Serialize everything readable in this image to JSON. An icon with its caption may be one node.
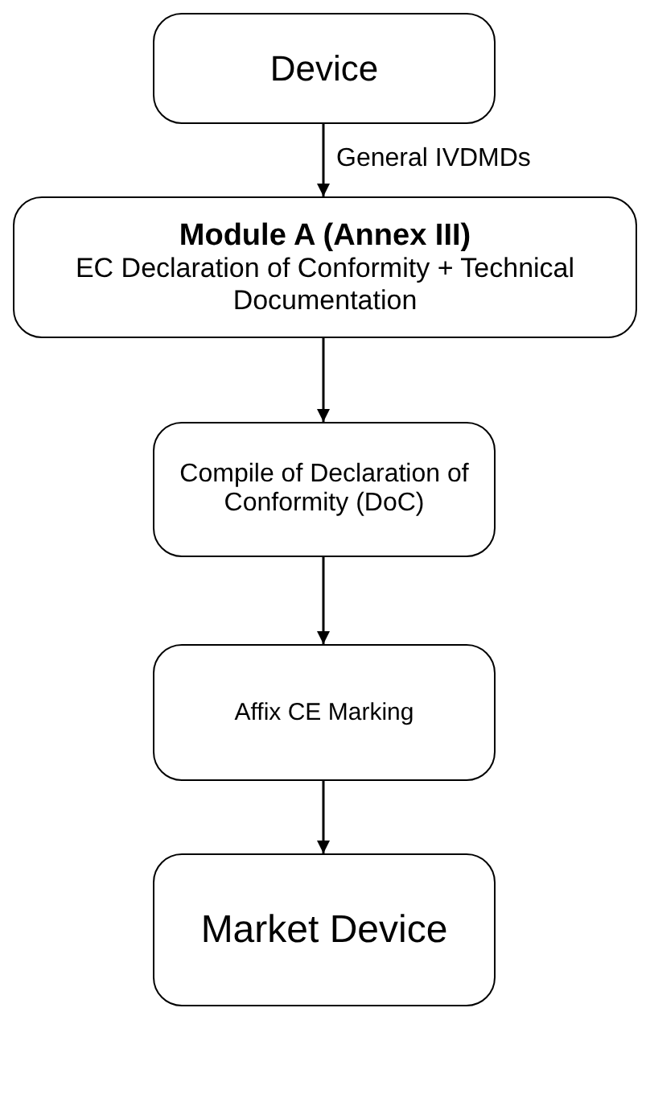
{
  "diagram": {
    "nodes": [
      {
        "text": [
          "Device"
        ]
      },
      {
        "text": [
          "Module A (Annex III)",
          "EC Declaration of Conformity + Technical Documentation"
        ]
      },
      {
        "text": [
          "Compile of Declaration of Conformity (DoC)"
        ]
      },
      {
        "text": [
          "Affix CE Marking"
        ]
      },
      {
        "text": [
          "Market Device"
        ]
      }
    ],
    "edges": [
      {
        "from": 0,
        "to": 1,
        "arrow": "to",
        "label": "General IVDMDs"
      },
      {
        "from": 1,
        "to": 2,
        "arrow": "to"
      },
      {
        "from": 2,
        "to": 3,
        "arrow": "to"
      },
      {
        "from": 3,
        "to": 4,
        "arrow": "to"
      }
    ]
  }
}
